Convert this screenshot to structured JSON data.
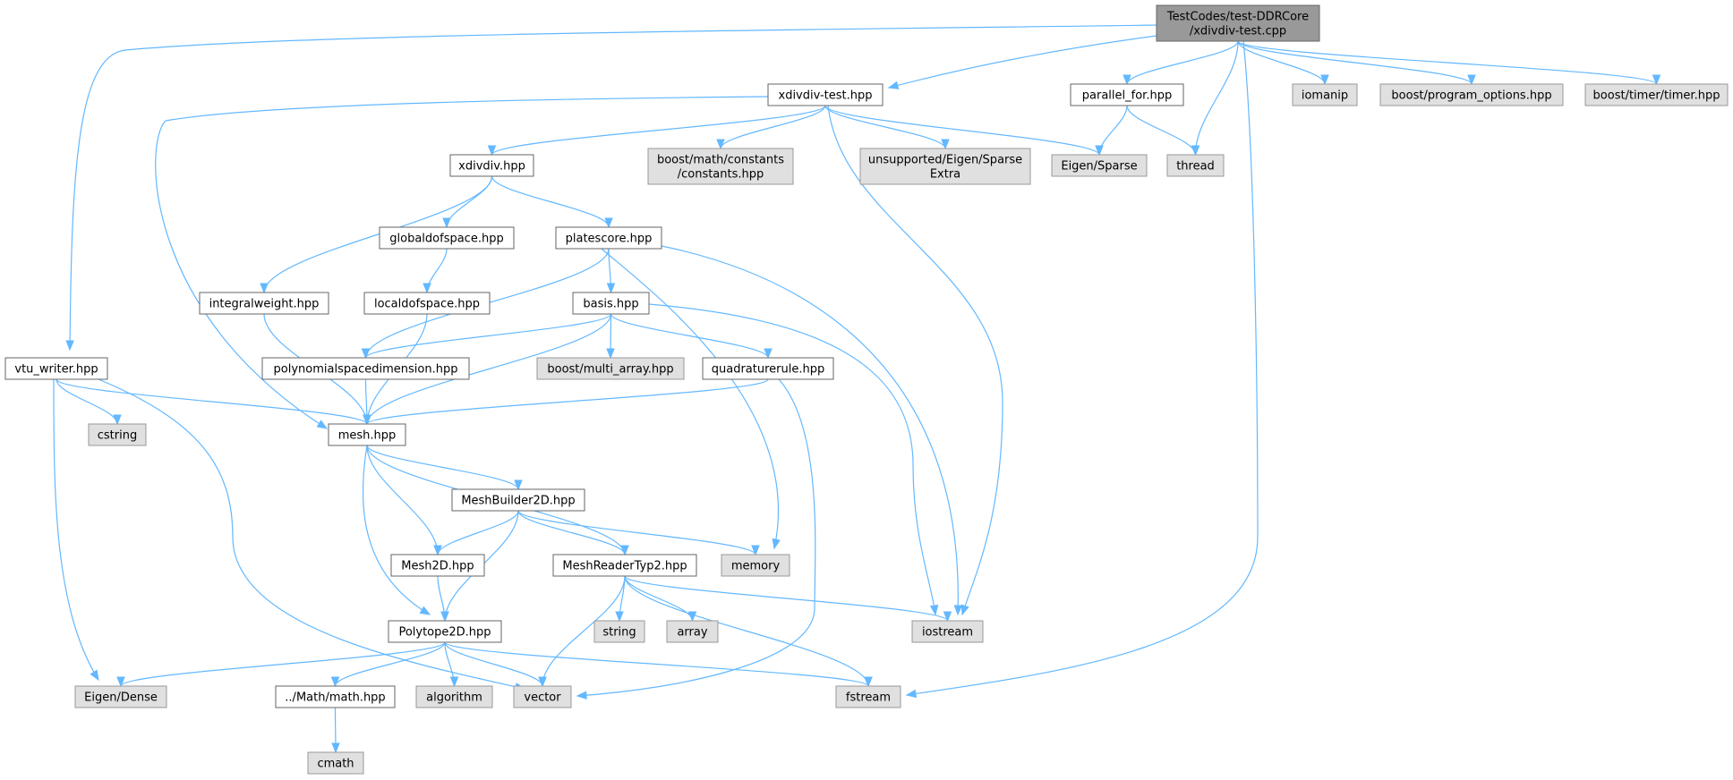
{
  "graph": {
    "colors": {
      "edge": "#63b8ff",
      "root_fill": "#999999",
      "local_fill": "#ffffff",
      "system_fill": "#e0e0e0",
      "border": "#666666"
    },
    "nodes": {
      "root": {
        "lines": [
          "TestCodes/test-DDRCore",
          "/xdivdiv-test.cpp"
        ],
        "kind": "root"
      },
      "xdivdiv_test_hpp": {
        "lines": [
          "xdivdiv-test.hpp"
        ],
        "kind": "local"
      },
      "parallel_for_hpp": {
        "lines": [
          "parallel_for.hpp"
        ],
        "kind": "local"
      },
      "iomanip": {
        "lines": [
          "iomanip"
        ],
        "kind": "system"
      },
      "boost_program_options": {
        "lines": [
          "boost/program_options.hpp"
        ],
        "kind": "system"
      },
      "boost_timer": {
        "lines": [
          "boost/timer/timer.hpp"
        ],
        "kind": "system"
      },
      "xdivdiv_hpp": {
        "lines": [
          "xdivdiv.hpp"
        ],
        "kind": "local"
      },
      "boost_math_constants": {
        "lines": [
          "boost/math/constants",
          "/constants.hpp"
        ],
        "kind": "system"
      },
      "eigen_sparse_extra": {
        "lines": [
          "unsupported/Eigen/Sparse",
          "Extra"
        ],
        "kind": "system"
      },
      "eigen_sparse": {
        "lines": [
          "Eigen/Sparse"
        ],
        "kind": "system"
      },
      "thread": {
        "lines": [
          "thread"
        ],
        "kind": "system"
      },
      "globaldofspace_hpp": {
        "lines": [
          "globaldofspace.hpp"
        ],
        "kind": "local"
      },
      "platescore_hpp": {
        "lines": [
          "platescore.hpp"
        ],
        "kind": "local"
      },
      "integralweight_hpp": {
        "lines": [
          "integralweight.hpp"
        ],
        "kind": "local"
      },
      "localdofspace_hpp": {
        "lines": [
          "localdofspace.hpp"
        ],
        "kind": "local"
      },
      "basis_hpp": {
        "lines": [
          "basis.hpp"
        ],
        "kind": "local"
      },
      "vtu_writer_hpp": {
        "lines": [
          "vtu_writer.hpp"
        ],
        "kind": "local"
      },
      "polynomialspacedimension_hpp": {
        "lines": [
          "polynomialspacedimension.hpp"
        ],
        "kind": "local"
      },
      "boost_multi_array": {
        "lines": [
          "boost/multi_array.hpp"
        ],
        "kind": "system"
      },
      "quadraturerule_hpp": {
        "lines": [
          "quadraturerule.hpp"
        ],
        "kind": "local"
      },
      "cstring": {
        "lines": [
          "cstring"
        ],
        "kind": "system"
      },
      "mesh_hpp": {
        "lines": [
          "mesh.hpp"
        ],
        "kind": "local"
      },
      "meshbuilder2d_hpp": {
        "lines": [
          "MeshBuilder2D.hpp"
        ],
        "kind": "local"
      },
      "mesh2d_hpp": {
        "lines": [
          "Mesh2D.hpp"
        ],
        "kind": "local"
      },
      "meshreadertyp2_hpp": {
        "lines": [
          "MeshReaderTyp2.hpp"
        ],
        "kind": "local"
      },
      "memory": {
        "lines": [
          "memory"
        ],
        "kind": "system"
      },
      "polytope2d_hpp": {
        "lines": [
          "Polytope2D.hpp"
        ],
        "kind": "local"
      },
      "string": {
        "lines": [
          "string"
        ],
        "kind": "system"
      },
      "array": {
        "lines": [
          "array"
        ],
        "kind": "system"
      },
      "iostream": {
        "lines": [
          "iostream"
        ],
        "kind": "system"
      },
      "eigen_dense": {
        "lines": [
          "Eigen/Dense"
        ],
        "kind": "system"
      },
      "math_hpp": {
        "lines": [
          "../Math/math.hpp"
        ],
        "kind": "local"
      },
      "algorithm": {
        "lines": [
          "algorithm"
        ],
        "kind": "system"
      },
      "vector": {
        "lines": [
          "vector"
        ],
        "kind": "system"
      },
      "fstream": {
        "lines": [
          "fstream"
        ],
        "kind": "system"
      },
      "cmath": {
        "lines": [
          "cmath"
        ],
        "kind": "system"
      }
    },
    "edges": [
      [
        "root",
        "vtu_writer_hpp"
      ],
      [
        "root",
        "xdivdiv_test_hpp"
      ],
      [
        "root",
        "parallel_for_hpp"
      ],
      [
        "root",
        "thread"
      ],
      [
        "root",
        "iomanip"
      ],
      [
        "root",
        "boost_program_options"
      ],
      [
        "root",
        "boost_timer"
      ],
      [
        "root",
        "fstream"
      ],
      [
        "xdivdiv_test_hpp",
        "mesh_hpp"
      ],
      [
        "xdivdiv_test_hpp",
        "xdivdiv_hpp"
      ],
      [
        "xdivdiv_test_hpp",
        "boost_math_constants"
      ],
      [
        "xdivdiv_test_hpp",
        "eigen_sparse_extra"
      ],
      [
        "xdivdiv_test_hpp",
        "eigen_sparse"
      ],
      [
        "xdivdiv_test_hpp",
        "iostream"
      ],
      [
        "parallel_for_hpp",
        "eigen_sparse"
      ],
      [
        "parallel_for_hpp",
        "thread"
      ],
      [
        "xdivdiv_hpp",
        "integralweight_hpp"
      ],
      [
        "xdivdiv_hpp",
        "globaldofspace_hpp"
      ],
      [
        "xdivdiv_hpp",
        "platescore_hpp"
      ],
      [
        "globaldofspace_hpp",
        "localdofspace_hpp"
      ],
      [
        "platescore_hpp",
        "basis_hpp"
      ],
      [
        "platescore_hpp",
        "polynomialspacedimension_hpp"
      ],
      [
        "platescore_hpp",
        "memory"
      ],
      [
        "platescore_hpp",
        "iostream"
      ],
      [
        "integralweight_hpp",
        "mesh_hpp"
      ],
      [
        "localdofspace_hpp",
        "mesh_hpp"
      ],
      [
        "basis_hpp",
        "polynomialspacedimension_hpp"
      ],
      [
        "basis_hpp",
        "mesh_hpp"
      ],
      [
        "basis_hpp",
        "boost_multi_array"
      ],
      [
        "basis_hpp",
        "quadraturerule_hpp"
      ],
      [
        "basis_hpp",
        "iostream"
      ],
      [
        "vtu_writer_hpp",
        "cstring"
      ],
      [
        "vtu_writer_hpp",
        "mesh_hpp"
      ],
      [
        "vtu_writer_hpp",
        "eigen_dense"
      ],
      [
        "vtu_writer_hpp",
        "vector"
      ],
      [
        "polynomialspacedimension_hpp",
        "mesh_hpp"
      ],
      [
        "quadraturerule_hpp",
        "mesh_hpp"
      ],
      [
        "quadraturerule_hpp",
        "vector"
      ],
      [
        "mesh_hpp",
        "meshbuilder2d_hpp"
      ],
      [
        "mesh_hpp",
        "mesh2d_hpp"
      ],
      [
        "mesh_hpp",
        "meshreadertyp2_hpp"
      ],
      [
        "mesh_hpp",
        "polytope2d_hpp"
      ],
      [
        "meshbuilder2d_hpp",
        "mesh2d_hpp"
      ],
      [
        "meshbuilder2d_hpp",
        "meshreadertyp2_hpp"
      ],
      [
        "meshbuilder2d_hpp",
        "memory"
      ],
      [
        "meshbuilder2d_hpp",
        "polytope2d_hpp"
      ],
      [
        "mesh2d_hpp",
        "polytope2d_hpp"
      ],
      [
        "meshreadertyp2_hpp",
        "string"
      ],
      [
        "meshreadertyp2_hpp",
        "array"
      ],
      [
        "meshreadertyp2_hpp",
        "iostream"
      ],
      [
        "meshreadertyp2_hpp",
        "vector"
      ],
      [
        "meshreadertyp2_hpp",
        "fstream"
      ],
      [
        "polytope2d_hpp",
        "eigen_dense"
      ],
      [
        "polytope2d_hpp",
        "math_hpp"
      ],
      [
        "polytope2d_hpp",
        "algorithm"
      ],
      [
        "polytope2d_hpp",
        "vector"
      ],
      [
        "polytope2d_hpp",
        "fstream"
      ],
      [
        "math_hpp",
        "cmath"
      ]
    ]
  }
}
